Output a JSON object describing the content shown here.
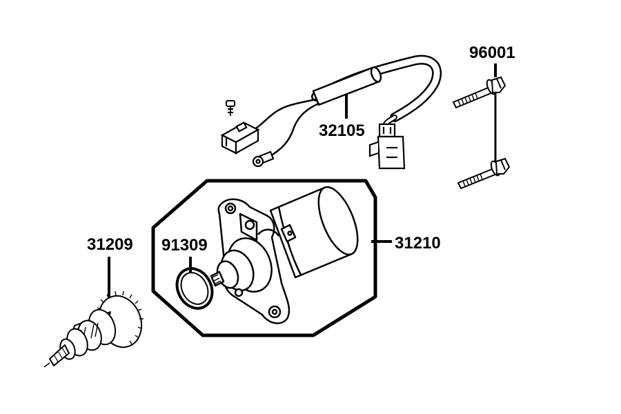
{
  "diagram": {
    "parts": [
      {
        "number": "96001",
        "kind": "flange-bolt-pair"
      },
      {
        "number": "32105",
        "kind": "wire-harness"
      },
      {
        "number": "31210",
        "kind": "starter-motor-assembly"
      },
      {
        "number": "91309",
        "kind": "o-ring"
      },
      {
        "number": "31209",
        "kind": "starter-drive-gear"
      }
    ]
  },
  "colors": {
    "line": "#000000",
    "background": "#ffffff"
  }
}
